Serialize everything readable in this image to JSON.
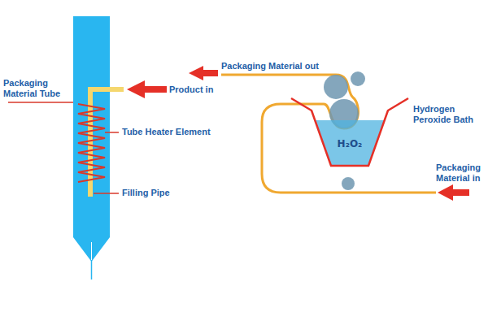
{
  "diagram": {
    "nodes": [
      {
        "text": [
          "H₂O₂"
        ]
      }
    ],
    "labels": [
      "Packaging Material Tube",
      "Product in",
      "Tube Heater Element",
      "Filling Pipe",
      "Packaging Material out",
      "Hydrogen Peroxide Bath",
      "Packaging Material in"
    ]
  }
}
